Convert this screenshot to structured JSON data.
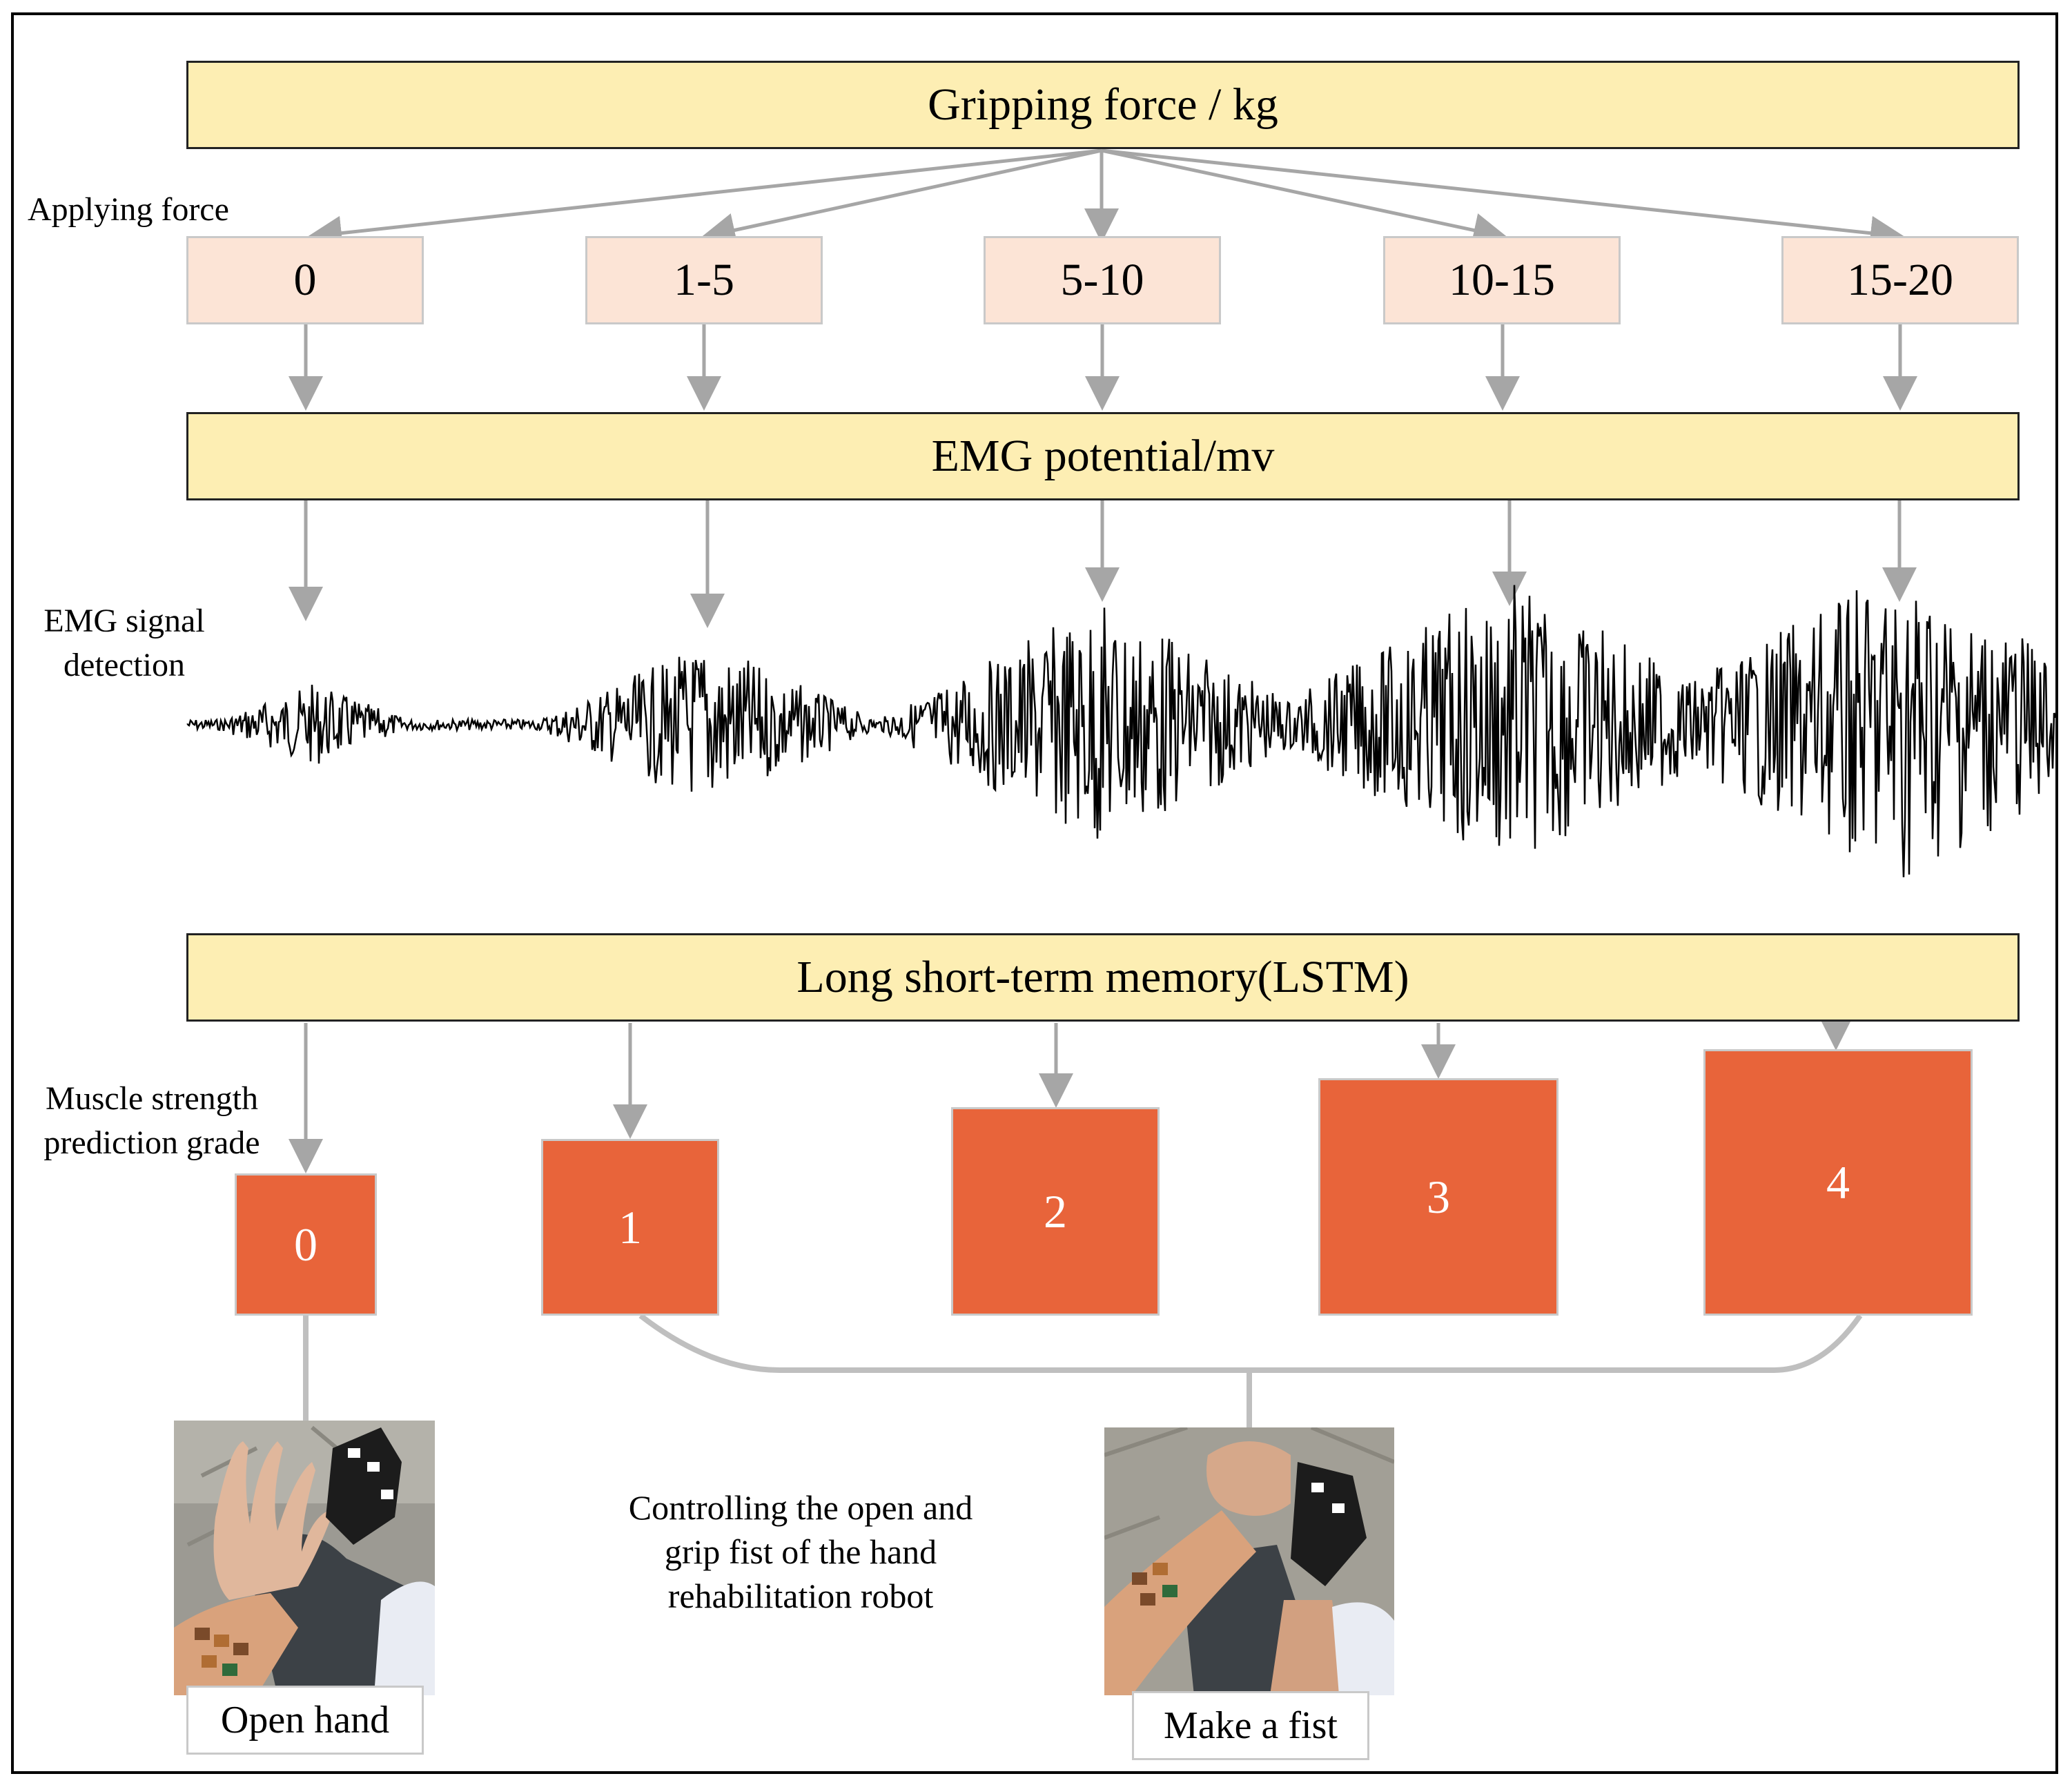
{
  "top_bar": {
    "label": "Gripping force / kg"
  },
  "applying_force_label": "Applying force",
  "force_ranges": [
    "0",
    "1-5",
    "5-10",
    "10-15",
    "15-20"
  ],
  "emg_bar": {
    "label": "EMG potential/mv"
  },
  "emg_detection_label": "EMG signal\ndetection",
  "lstm_bar": {
    "label": "Long short-term memory(LSTM)"
  },
  "grade_label": "Muscle strength\nprediction grade",
  "grades": [
    "0",
    "1",
    "2",
    "3",
    "4"
  ],
  "control_text": "Controlling the open and\ngrip fist of the hand\nrehabilitation robot",
  "open_hand_caption": "Open hand",
  "fist_caption": "Make a fist",
  "colors": {
    "bar_fill": "#fdeeb3",
    "range_fill": "#fce4d6",
    "grade_fill": "#e8643a",
    "arrow": "#a6a6a6",
    "signal": "#000000"
  }
}
